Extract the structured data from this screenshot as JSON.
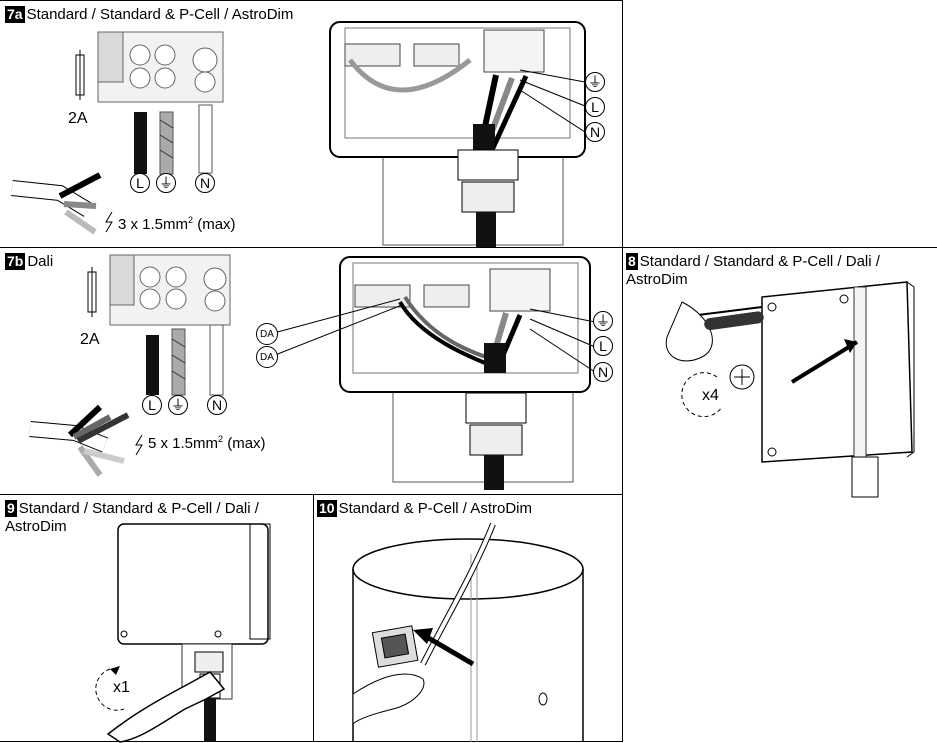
{
  "panels": {
    "p7a": {
      "num": "7a",
      "title": "Standard / Standard & P-Cell / AstroDim",
      "fuse": "2A",
      "spec_prefix": "3 x 1.5mm",
      "spec_sup": "2",
      "spec_suffix": " (max)"
    },
    "p7b": {
      "num": "7b",
      "title": "Dali",
      "fuse": "2A",
      "spec_prefix": "5 x 1.5mm",
      "spec_sup": "2",
      "spec_suffix": " (max)"
    },
    "p8": {
      "num": "8",
      "title_line1": "Standard / Standard & P-Cell / Dali /",
      "title_line2": "AstroDim",
      "count": "x4"
    },
    "p9": {
      "num": "9",
      "title_line1": "Standard / Standard & P-Cell / Dali /",
      "title_line2": "AstroDim",
      "count": "x1"
    },
    "p10": {
      "num": "10",
      "title": "Standard & P-Cell / AstroDim"
    }
  },
  "symbols": {
    "live": "L",
    "neutral": "N",
    "earth": "⏚",
    "dali": "DA"
  }
}
